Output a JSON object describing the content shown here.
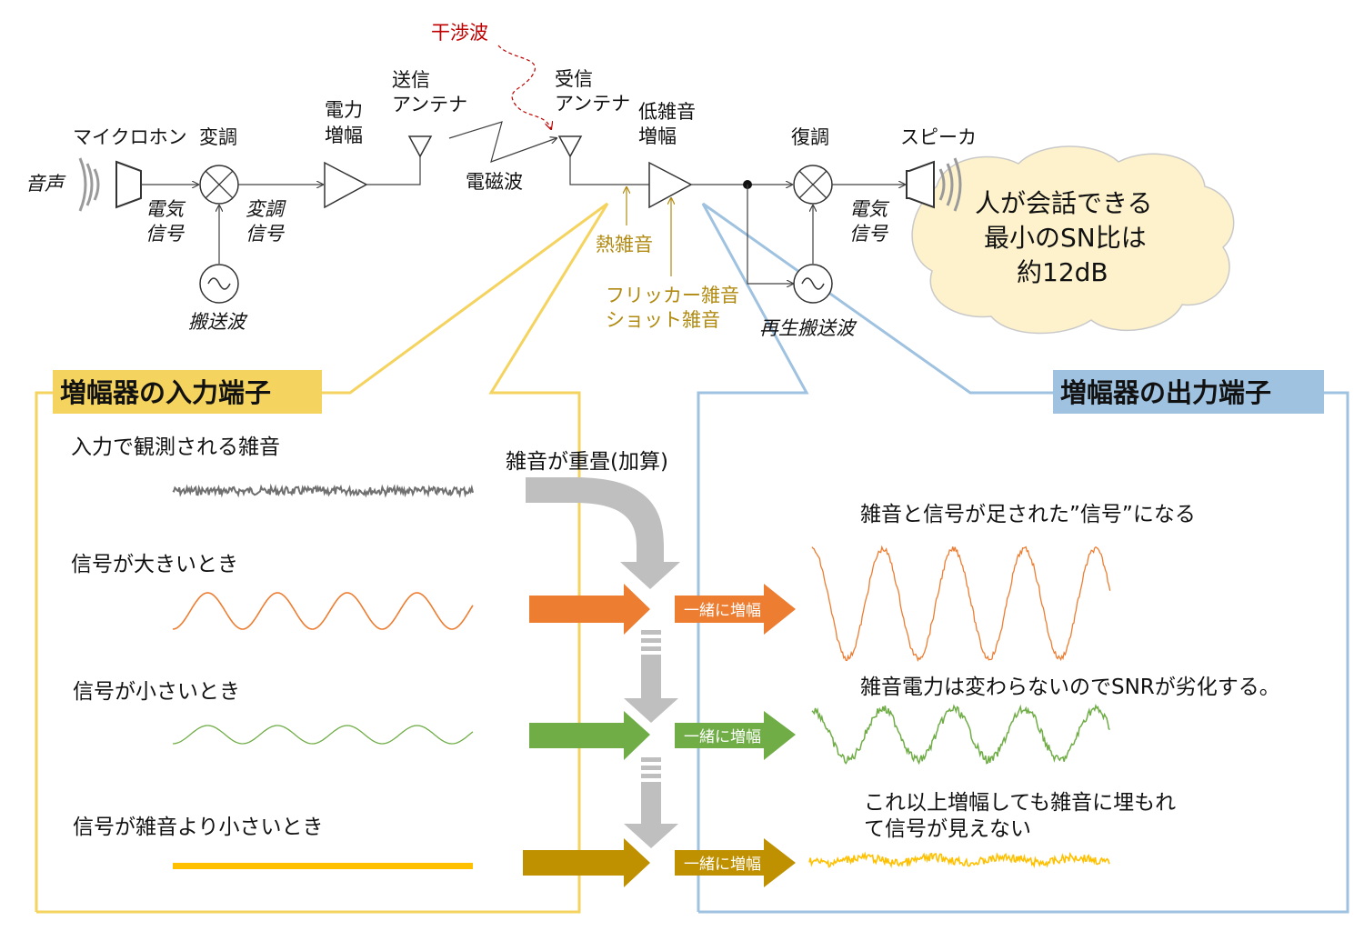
{
  "chain": {
    "voice": "音声",
    "microphone": "マイクロホン",
    "modulation": "変調",
    "power_amp": [
      "電力",
      "増幅"
    ],
    "tx_antenna": [
      "送信",
      "アンテナ"
    ],
    "interference": "干渉波",
    "rx_antenna": [
      "受信",
      "アンテナ"
    ],
    "lna": [
      "低雑音",
      "増幅"
    ],
    "demodulation": "復調",
    "speaker": "スピーカ",
    "electric_signal": [
      "電気",
      "信号"
    ],
    "modulated_signal": [
      "変調",
      "信号"
    ],
    "carrier": "搬送波",
    "em_wave": "電磁波",
    "thermal_noise": "熱雑音",
    "flicker_shot": [
      "フリッカー雑音",
      "ショット雑音"
    ],
    "regen_carrier": "再生搬送波",
    "electric_signal2": [
      "電気",
      "信号"
    ]
  },
  "cloud": [
    "人が会話できる",
    "最小のSN比は",
    "約12dB"
  ],
  "input_panel": {
    "title": "増幅器の入力端子",
    "rows": [
      "入力で観測される雑音",
      "信号が大きいとき",
      "信号が小さいとき",
      "信号が雑音より小さいとき"
    ]
  },
  "output_panel": {
    "title": "増幅器の出力端子",
    "notes": [
      "雑音と信号が足された”信号”になる",
      "雑音電力は変わらないのでSNRが劣化する。",
      "これ以上増幅しても雑音に埋もれ",
      "て信号が見えない"
    ]
  },
  "arrows": {
    "noise_added": "雑音が重畳(加算)",
    "amplify": [
      "一緒に増幅",
      "一緒に増幅",
      "一緒に増幅"
    ]
  },
  "colors": {
    "yellow_panel": "#f4d35e",
    "blue_panel": "#9fc2e0",
    "orange": "#ed7d31",
    "green": "#70ad47",
    "gold": "#bf9000",
    "noise_grey": "#707070"
  }
}
